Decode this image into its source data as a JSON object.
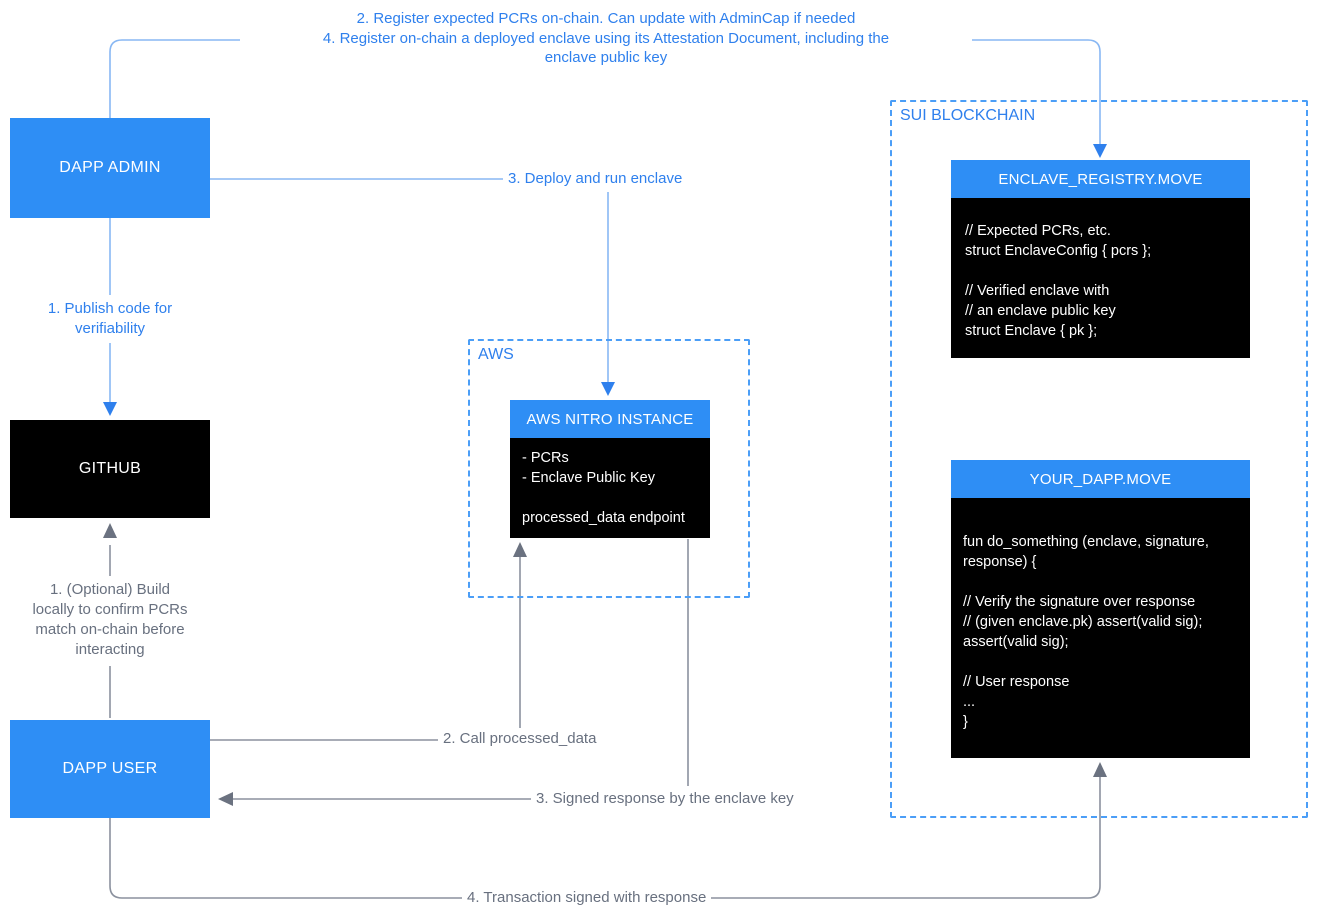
{
  "colors": {
    "accent_blue": "#2e8ef5",
    "connector_blue": "#88b7f3",
    "arrow_blue": "#2f80ed",
    "text_blue": "#2f80ed",
    "dash_blue": "#4b9ef7",
    "line_gray": "#8b919e",
    "text_gray": "#68707f",
    "arrow_gray": "#6b7280",
    "box_black": "#000000"
  },
  "annotations": {
    "register_pcrs": "2. Register expected PCRs on-chain. Can update with AdminCap if needed",
    "register_enclave": "4. Register on-chain a deployed enclave using its Attestation Document, including the\nenclave public key",
    "publish_code": "1. Publish code for\nverifiability",
    "deploy_run": "3. Deploy and run enclave",
    "optional_build": "1. (Optional) Build\nlocally to confirm PCRs\nmatch on-chain before\ninteracting",
    "call_processed": "2. Call processed_data",
    "signed_response": "3. Signed response by the enclave key",
    "txn_signed": "4. Transaction signed with response"
  },
  "nodes": {
    "dapp_admin": {
      "label": "DAPP ADMIN"
    },
    "github": {
      "label": "GITHUB"
    },
    "dapp_user": {
      "label": "DAPP USER"
    }
  },
  "aws": {
    "label": "AWS",
    "nitro": {
      "title": "AWS NITRO INSTANCE",
      "body": "- PCRs\n- Enclave Public Key\n\nprocessed_data endpoint"
    }
  },
  "sui": {
    "label": "SUI BLOCKCHAIN",
    "registry": {
      "title": "ENCLAVE_REGISTRY.MOVE",
      "body": "// Expected PCRs, etc.\nstruct EnclaveConfig { pcrs };\n\n// Verified enclave with\n// an enclave public key\nstruct Enclave { pk };"
    },
    "dapp": {
      "title": "YOUR_DAPP.MOVE",
      "body": "fun do_something (enclave, signature,\nresponse) {\n\n// Verify the signature over response\n// (given enclave.pk) assert(valid sig);\nassert(valid sig);\n\n// User response\n...\n}"
    }
  }
}
